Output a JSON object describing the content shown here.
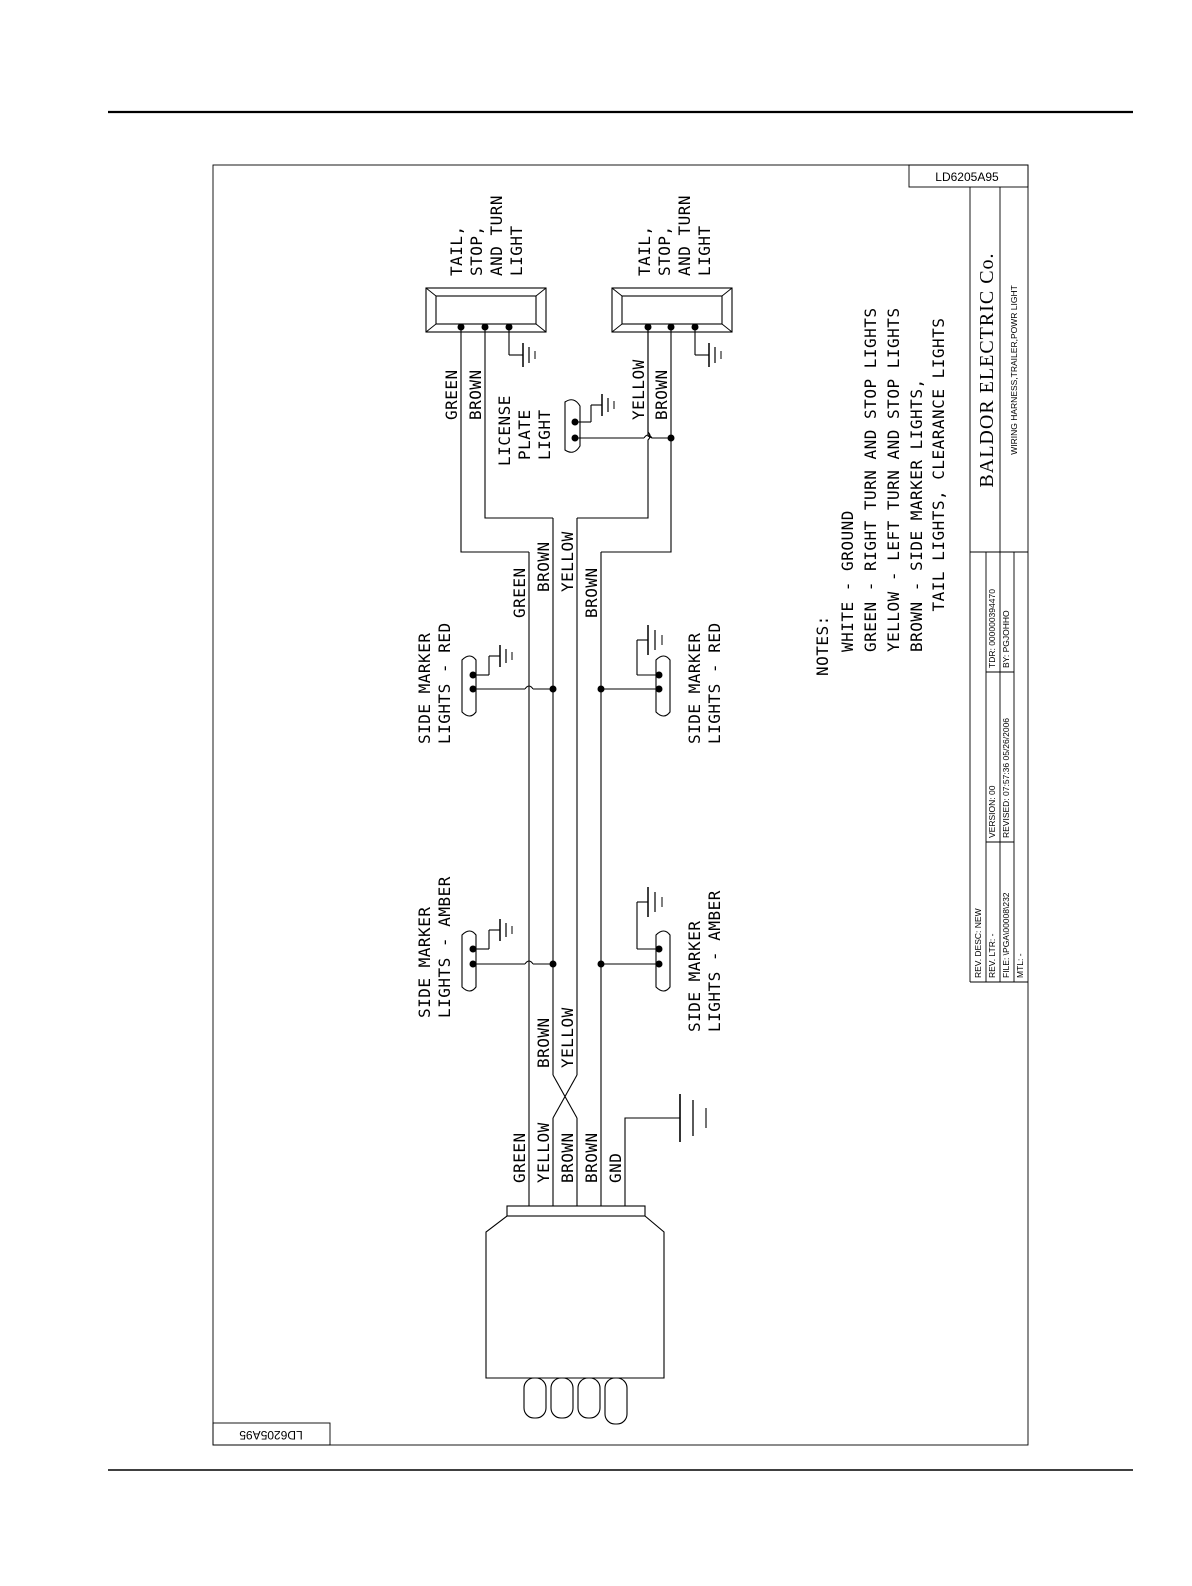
{
  "drawing": {
    "number": "LD6205A95",
    "company": "BALDOR ELECTRIC Co.",
    "description": "WIRING HARNESS,TRAILER,POWR LIGHT"
  },
  "title_block": {
    "rev_desc": "REV. DESC: NEW",
    "rev_ltr": "REV. LTR:  -",
    "file": "FILE: \\PGA\\00008\\232",
    "mtl": "MTL:  -",
    "version": "VERSION: 00",
    "revised": "REVISED: 07:57:36  05/26/2006",
    "tdr": "TDR: 000000394470",
    "by": "BY:  PGJOHHO"
  },
  "notes": {
    "heading": "NOTES:",
    "lines": [
      "WHITE - GROUND",
      "GREEN - RIGHT TURN AND STOP LIGHTS",
      "YELLOW - LEFT TURN AND STOP LIGHTS",
      "BROWN - SIDE MARKER LIGHTS,",
      "    TAIL LIGHTS, CLEARANCE LIGHTS"
    ]
  },
  "components": {
    "tail_light_left": [
      "TAIL,",
      "STOP,",
      "AND TURN",
      "LIGHT"
    ],
    "tail_light_right": [
      "TAIL,",
      "STOP,",
      "AND TURN",
      "LIGHT"
    ],
    "license_plate": [
      "LICENSE",
      "PLATE",
      "LIGHT"
    ],
    "side_red_left": [
      "SIDE MARKER",
      "LIGHTS - RED"
    ],
    "side_red_right": [
      "SIDE MARKER",
      "LIGHTS - RED"
    ],
    "side_amber_left": [
      "SIDE MARKER",
      "LIGHTS - AMBER"
    ],
    "side_amber_right": [
      "SIDE MARKER",
      "LIGHTS - AMBER"
    ]
  },
  "wire_labels": {
    "top_green": "GREEN",
    "top_brown_a": "BROWN",
    "top_yellow": "YELLOW",
    "top_brown_b": "BROWN",
    "mid_green": "GREEN",
    "mid_brown_a": "BROWN",
    "mid_yellow": "YELLOW",
    "mid_brown_b": "BROWN",
    "cross_brown": "BROWN",
    "cross_yellow": "YELLOW",
    "plug_green": "GREEN",
    "plug_yellow": "YELLOW",
    "plug_brown_a": "BROWN",
    "plug_brown_b": "BROWN",
    "plug_gnd": "GND"
  }
}
